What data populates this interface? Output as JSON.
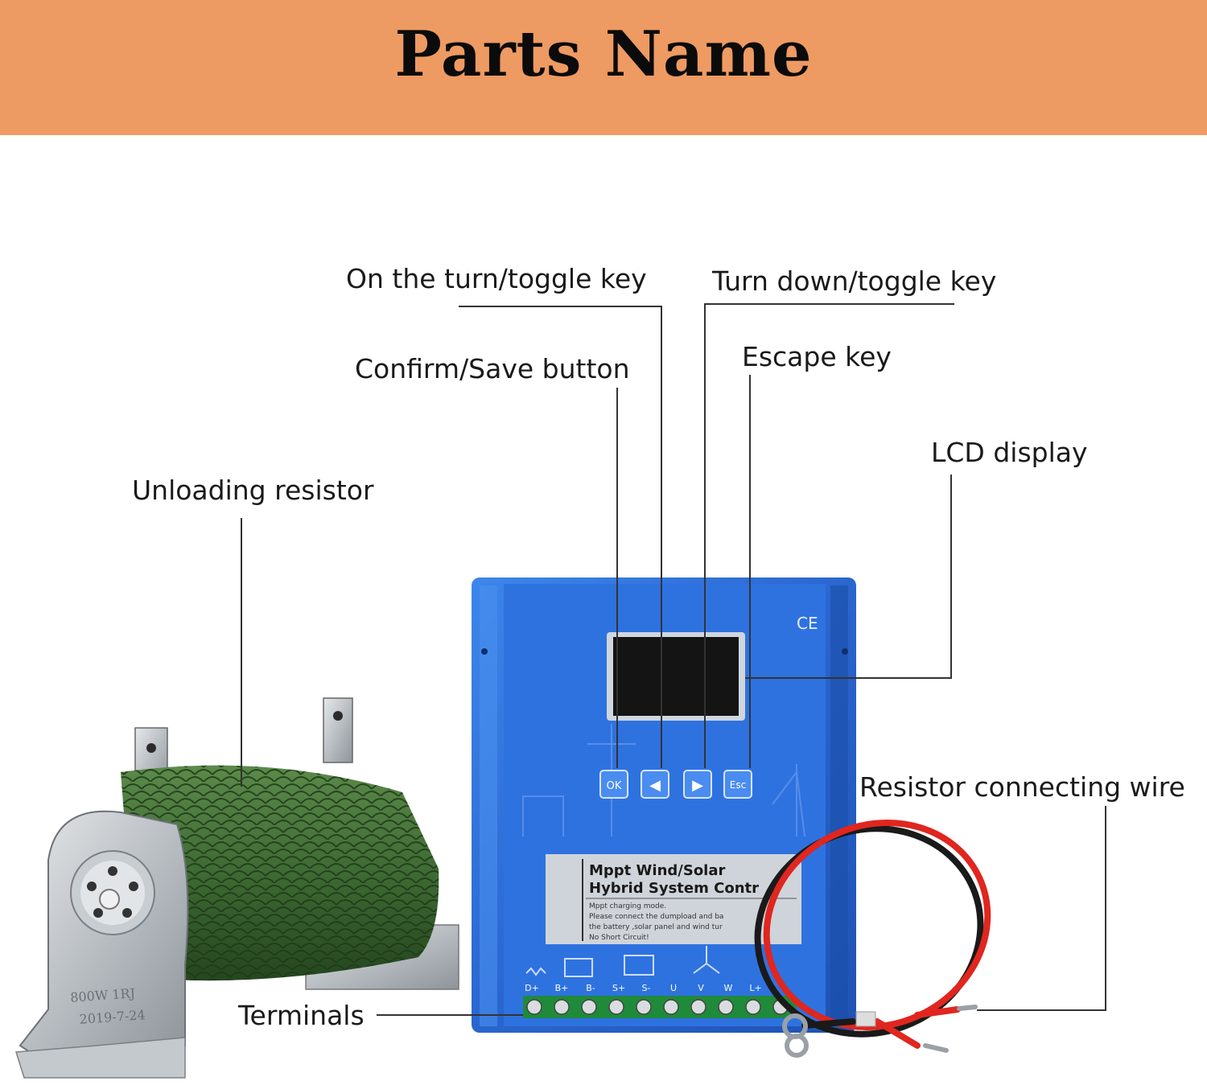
{
  "banner": {
    "title": "Parts Name"
  },
  "labels": {
    "up_key": "On the turn/toggle key",
    "down_key": "Turn down/toggle key",
    "confirm": "Confirm/Save button",
    "escape": "Escape key",
    "lcd": "LCD display",
    "resistor": "Unloading resistor",
    "wire": "Resistor connecting wire",
    "terminals": "Terminals"
  },
  "controller": {
    "buttons": [
      "OK",
      "◀",
      "▶",
      "Esc"
    ],
    "ce_mark": "CE",
    "panel_title_1": "Mppt Wind/Solar",
    "panel_title_2": "Hybrid System Contr",
    "panel_notes": [
      "Mppt charging mode.",
      "Please connect the dumpload and ba",
      "the battery ,solar panel and wind tur",
      "No Short Circuit!"
    ],
    "terminal_labels": [
      "D+",
      "B+",
      "B-",
      "S+",
      "S-",
      "U",
      "V",
      "W",
      "L+"
    ]
  },
  "resistor_print": {
    "line1": "800W 1RJ",
    "line2": "2019-7-24"
  },
  "colors": {
    "banner": "#ee9a63",
    "controller_blue": "#2f6fd6",
    "resistor_green": "#3f6b34",
    "wire_red": "#e0261f",
    "wire_black": "#1a1a1a"
  }
}
